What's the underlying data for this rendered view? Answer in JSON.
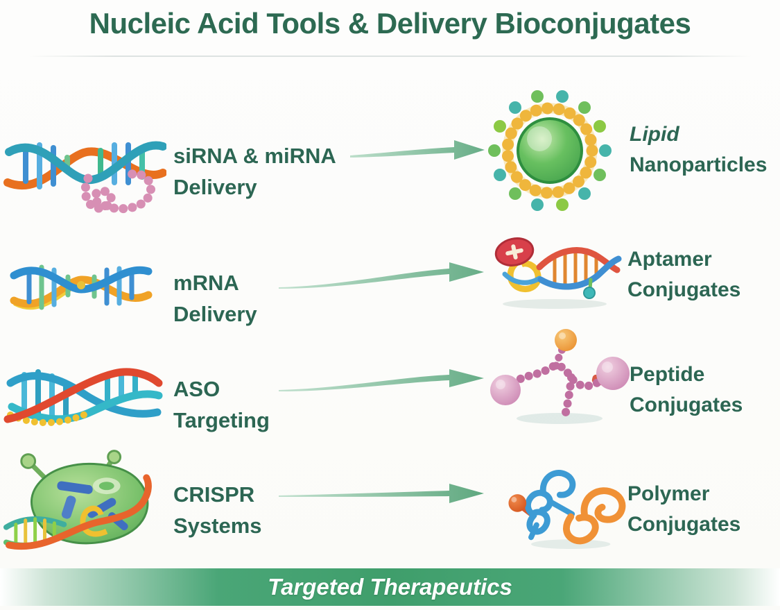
{
  "header": {
    "title": "Nucleic Acid Tools & Delivery Bioconjugates"
  },
  "rows": [
    {
      "tool": {
        "line1": "siRNA & miRNA",
        "line2": "Delivery",
        "icon": "sirna-mirna-helix-icon"
      },
      "conjugate": {
        "line1": "Lipid",
        "line2": "Nanoparticles",
        "icon": "lipid-nanoparticle-icon"
      }
    },
    {
      "tool": {
        "line1": "mRNA",
        "line2": "Delivery",
        "icon": "mrna-helix-icon"
      },
      "conjugate": {
        "line1": "Aptamer",
        "line2": "Conjugates",
        "icon": "aptamer-conjugate-icon"
      }
    },
    {
      "tool": {
        "line1": "ASO",
        "line2": "Targeting",
        "icon": "aso-helix-icon"
      },
      "conjugate": {
        "line1": "Peptide",
        "line2": "Conjugates",
        "icon": "peptide-conjugate-icon"
      }
    },
    {
      "tool": {
        "line1": "CRISPR",
        "line2": "Systems",
        "icon": "crispr-cas9-icon"
      },
      "conjugate": {
        "line1": "Polymer",
        "line2": "Conjugates",
        "icon": "polymer-conjugate-icon"
      }
    }
  ],
  "footer": {
    "banner": "Targeted Therapeutics"
  },
  "colors": {
    "title_green": "#2d6a52",
    "label_green": "#2c6653",
    "arrow_green": "#6fb28c",
    "banner_green": "#3f9e6b",
    "lipid_yellow": "#efb63c",
    "helix_orange": "#e8701f",
    "helix_teal": "#2fa0b8",
    "bead_pink": "#d78fb4"
  }
}
